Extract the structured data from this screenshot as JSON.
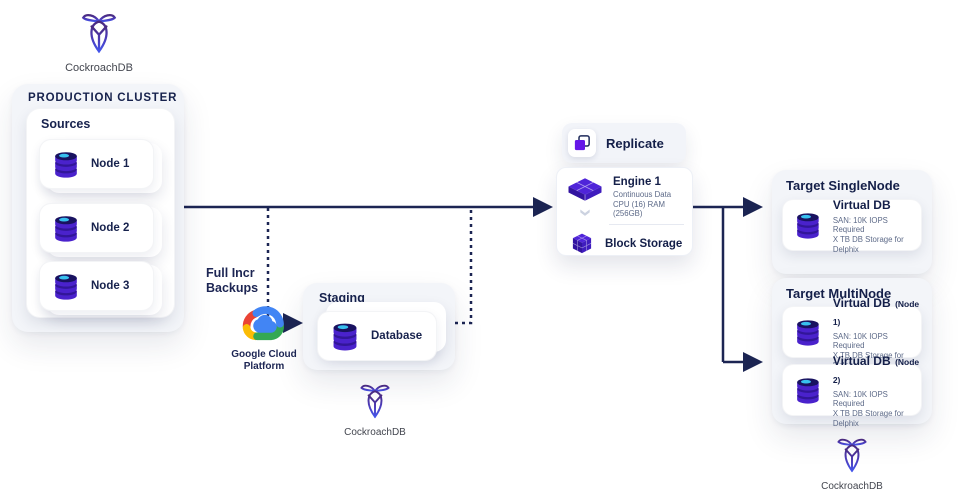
{
  "colors": {
    "line": "#1c2553",
    "navy_text": "#17224d",
    "icon_purple": "#4f24d9",
    "icon_purple_dark": "#3213a0",
    "accent_cyan": "#38c0ef",
    "panel_bg": "#f3f5f9",
    "gcp_red": "#ea4335",
    "gcp_blue": "#4285f4",
    "gcp_green": "#34a853",
    "gcp_yellow": "#fbbc05"
  },
  "logos": {
    "top_left": {
      "label": "CockroachDB"
    },
    "staging": {
      "label": "CockroachDB"
    },
    "bottom_right": {
      "label": "CockroachDB"
    }
  },
  "production_cluster": {
    "title": "PRODUCTION CLUSTER",
    "sources": {
      "title": "Sources",
      "nodes": [
        {
          "label": "Node 1"
        },
        {
          "label": "Node 2"
        },
        {
          "label": "Node 3"
        }
      ]
    }
  },
  "backups": {
    "line1": "Full Incr",
    "line2": "Backups"
  },
  "gcp": {
    "line1": "Google Cloud",
    "line2": "Platform"
  },
  "staging": {
    "title": "Staging",
    "database_label": "Database"
  },
  "replicate": {
    "title": "Replicate"
  },
  "engine": {
    "name": "Engine 1",
    "detail1": "Continuous Data",
    "detail2": "CPU (16) RAM (256GB)",
    "block_storage_label": "Block Storage"
  },
  "targets": {
    "singlenode": {
      "title": "Target SingleNode",
      "items": [
        {
          "name": "Virtual DB",
          "suffix": "",
          "detail1": "SAN: 10K IOPS Required",
          "detail2": "X TB DB Storage for Delphix"
        }
      ]
    },
    "multinode": {
      "title": "Target MultiNode",
      "items": [
        {
          "name": "Virtual DB",
          "suffix": "(Node 1)",
          "detail1": "SAN: 10K IOPS Required",
          "detail2": "X TB DB Storage for Delphix"
        },
        {
          "name": "Virtual DB",
          "suffix": "(Node 2)",
          "detail1": "SAN: 10K IOPS Required",
          "detail2": "X TB DB Storage for Delphix"
        }
      ]
    }
  }
}
